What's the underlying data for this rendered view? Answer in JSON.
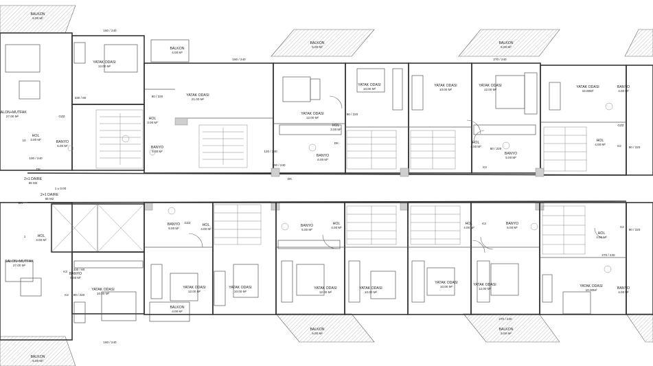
{
  "labels": {
    "balkon": "BALKON",
    "balkon_area": "5.00 M²",
    "balkon_area_small": "4.00 M²",
    "yatak": "YATAK ODASI",
    "banyo": "BANYO",
    "hol": "HOL",
    "salon": "SALON+MUTFAK",
    "salon_area": "27.00 M²",
    "daire": "2+1 DAIRE",
    "daire_area": "65 M2",
    "a_1200": "12.00 M²",
    "a_1000": "10.00 M²",
    "a_2100": "21.00 M²",
    "a_500": "5.00 M²",
    "a_400": "4.00 M²",
    "a_300": "3.00 M²",
    "a_600": "6.00 M²",
    "a_1000b": "10.00M²",
    "dk": "DK",
    "gz": "GZZ",
    "dim_90_220": "90 / 220",
    "dim_100_240": "100 / 240",
    "dim_160_240": "160 / 240",
    "dim_270_240": "270 / 240",
    "dim_330_80": "330 / 80",
    "dim_120_240": "120 / 240",
    "k3": "K3",
    "k2": "K2",
    "k1": "K1",
    "one": "1",
    "ten": "10",
    "axis": "1 ± 0.00"
  },
  "colors": {
    "wall": "#333333",
    "fill": "#cfcfcf",
    "paper": "#ffffff"
  }
}
